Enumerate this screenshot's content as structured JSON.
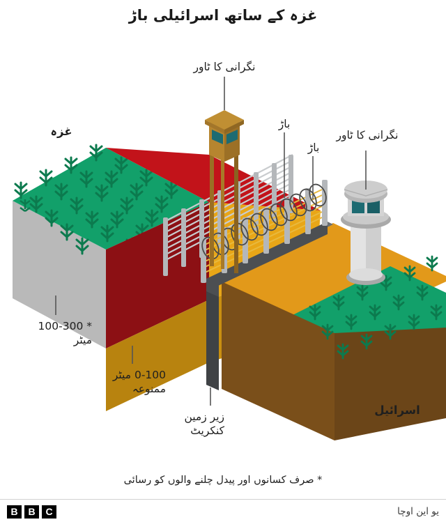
{
  "title": "غزہ کے ساتھ اسرائیلی باڑ",
  "labels": {
    "gaza": "غزہ",
    "israel": "اسرائیل",
    "watchtower_left": "نگرانی کا ٹاور",
    "watchtower_right": "نگرانی کا ٹاور",
    "fence_rear": "باڑ",
    "fence_front": "باڑ",
    "buffer_outer": "* 100-300\nمیٹر",
    "buffer_inner": "0-100 میٹر\nممنوعہ",
    "underground": "زیر زمین\nکنکریٹ"
  },
  "footnote": "* صرف کسانوں اور پیدل چلنے والوں کو رسائی",
  "footer": {
    "brand": [
      "B",
      "B",
      "C"
    ],
    "source": "یو این اوچا"
  },
  "colors": {
    "gaza_field_top": "#12a06a",
    "gaza_crop": "#0c7a4e",
    "gaza_side": "#b9b9b9",
    "restricted_top": "#c2131a",
    "restricted_side": "#8c1014",
    "buffer_top": "#e8a617",
    "buffer_side": "#b8830f",
    "israel_sand": "#e2991a",
    "israel_soil": "#6b4518",
    "concrete_wall": "#4c4f52",
    "fence_post": "#b4b7ba",
    "tower_wood": "#b6852f",
    "tower_glass": "#1d6b72",
    "tower_concrete": "#e3e3e3",
    "leader_line": "#555555"
  }
}
